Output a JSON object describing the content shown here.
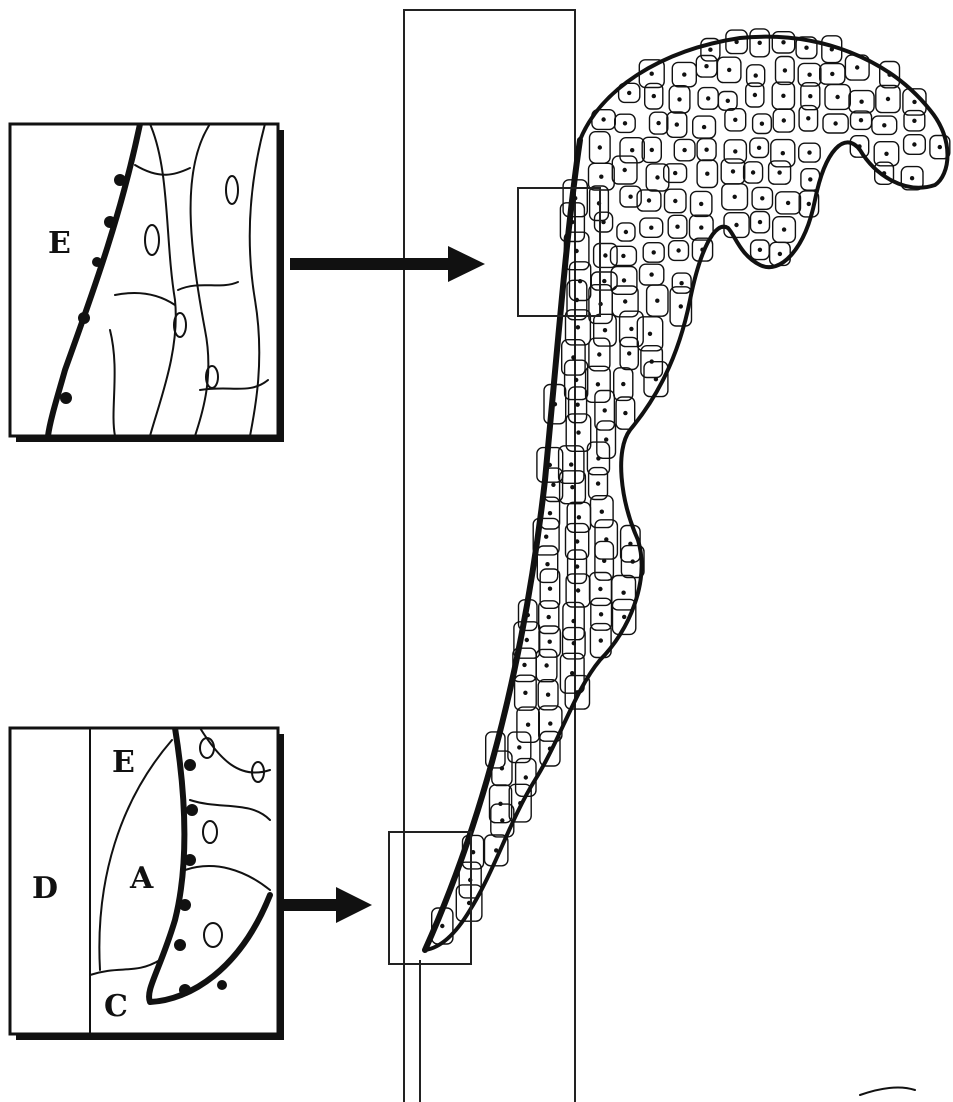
{
  "labels": {
    "top_inset_e": "E",
    "bottom_inset_e": "E",
    "bottom_inset_d": "D",
    "bottom_inset_a": "A",
    "bottom_inset_c": "C"
  },
  "colors": {
    "ink": "#111111",
    "paper": "#ffffff"
  },
  "icons": [
    "arrow-right-icon",
    "arrow-right-icon"
  ]
}
